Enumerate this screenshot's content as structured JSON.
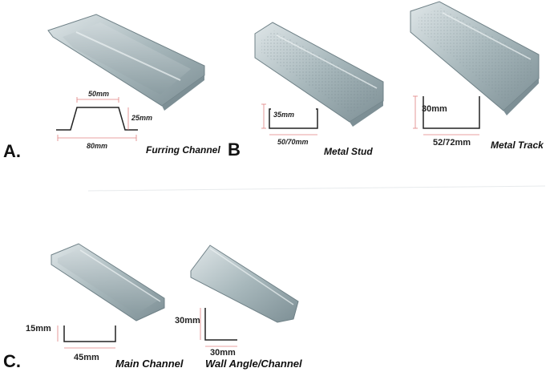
{
  "sections": {
    "a": "A.",
    "b": "B",
    "c": "C."
  },
  "items": {
    "furring_channel": {
      "caption": "Furring Channel",
      "dim_top": "50mm",
      "dim_height": "25mm",
      "dim_width": "80mm"
    },
    "metal_stud": {
      "caption": "Metal Stud",
      "dim_height": "35mm",
      "dim_width": "50/70mm"
    },
    "metal_track": {
      "caption": "Metal Track",
      "dim_height": "30mm",
      "dim_width": "52/72mm"
    },
    "main_channel": {
      "caption": "Main Channel",
      "dim_height": "15mm",
      "dim_width": "45mm"
    },
    "wall_angle": {
      "caption": "Wall Angle/Channel",
      "dim_height": "30mm",
      "dim_width": "30mm"
    }
  },
  "colors": {
    "metal_light": "#c9d3d6",
    "metal_mid": "#9fb0b5",
    "metal_dark": "#6f8187",
    "dimension_line": "#e08080"
  }
}
